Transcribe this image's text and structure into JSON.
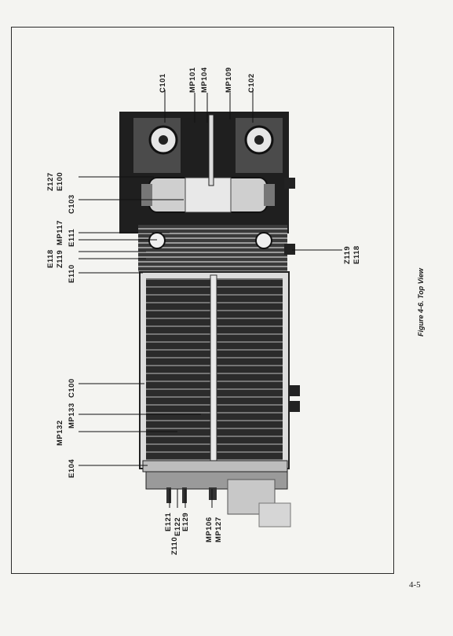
{
  "figure": {
    "caption": "Figure 4-6. Top View",
    "labels_top": [
      "C101",
      "MP101",
      "MP104",
      "MP109",
      "C102"
    ],
    "labels_left": [
      "Z127",
      "E100",
      "C103",
      "MP117",
      "E111",
      "E118",
      "Z119",
      "E110",
      "C100",
      "MP133",
      "MP132",
      "E104"
    ],
    "labels_right": [
      "Z119",
      "E118"
    ],
    "labels_bottom": [
      "E121",
      "E122",
      "E129",
      "Z110",
      "MP106",
      "MP127"
    ]
  },
  "page": {
    "number": "4-5"
  }
}
